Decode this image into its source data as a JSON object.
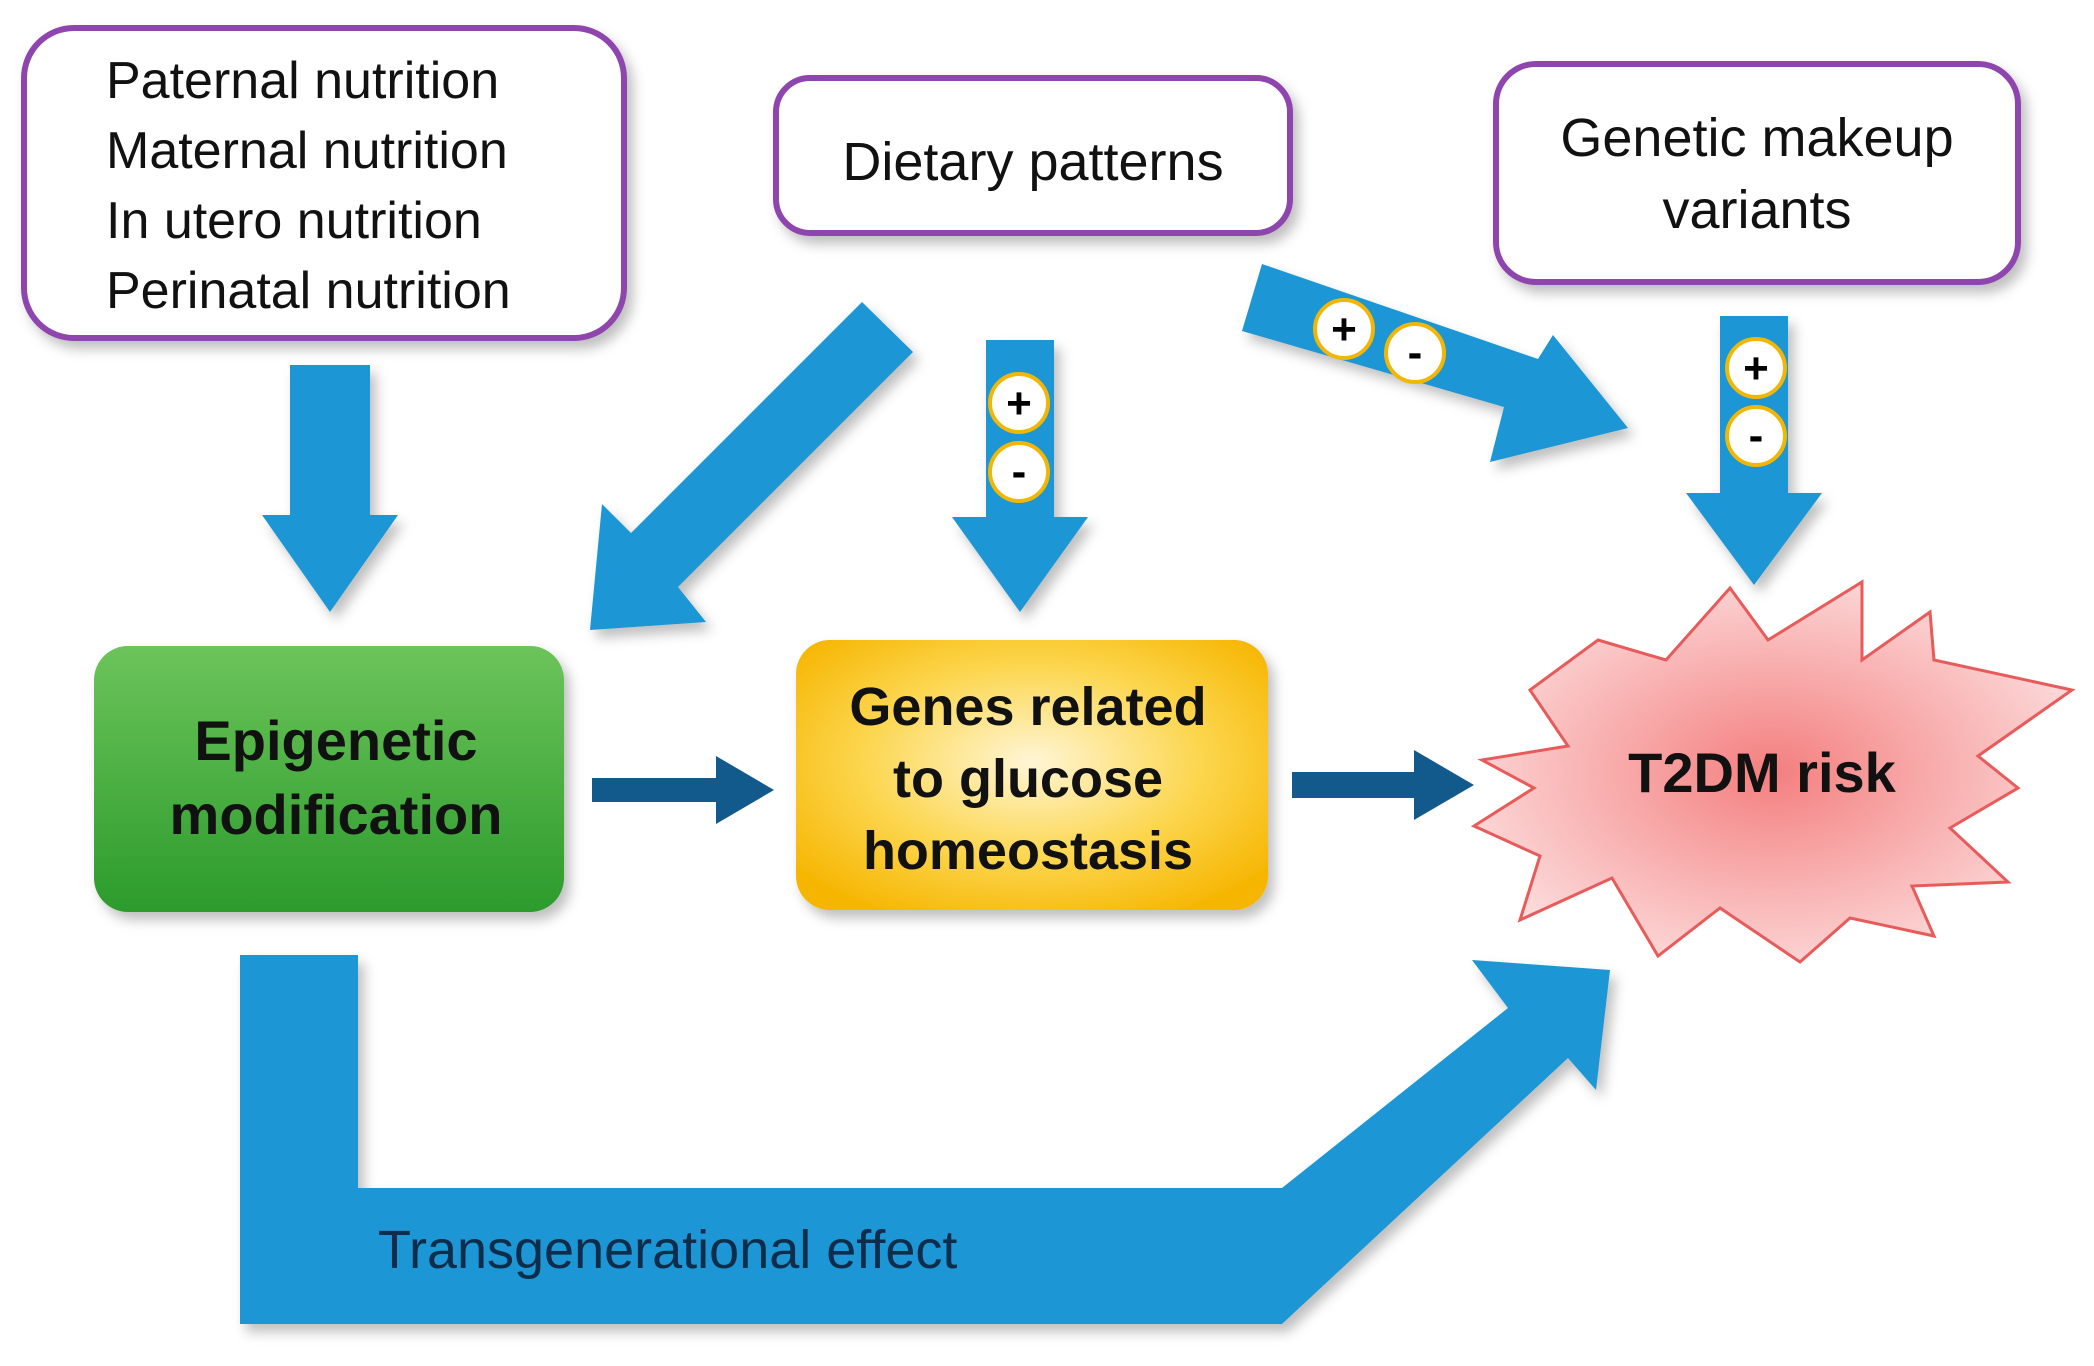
{
  "inputs": {
    "nutrition": {
      "lines": [
        "Paternal nutrition",
        "Maternal nutrition",
        "In utero nutrition",
        "Perinatal nutrition"
      ]
    },
    "dietary": {
      "label": "Dietary patterns"
    },
    "genetic": {
      "lines": [
        "Genetic makeup",
        "variants"
      ]
    }
  },
  "nodes": {
    "epigenetic": {
      "lines": [
        "Epigenetic",
        "modification"
      ]
    },
    "genes": {
      "lines": [
        "Genes related",
        "to glucose",
        "homeostasis"
      ]
    },
    "risk": {
      "label": "T2DM risk"
    }
  },
  "edges": {
    "transgenerational": {
      "label": "Transgenerational effect"
    }
  },
  "signs": {
    "plus": "+",
    "minus": "-"
  },
  "colors": {
    "input_border": "#8e44ad",
    "arrow_blue": "#1a96d4",
    "arrow_dark": "#135a8c",
    "epigenetic_green": "#3aa83a",
    "genes_yellow": "#fbc02d",
    "risk_pink": "#f7a1a1",
    "risk_border": "#e85b5b",
    "sign_border": "#f2b705"
  }
}
